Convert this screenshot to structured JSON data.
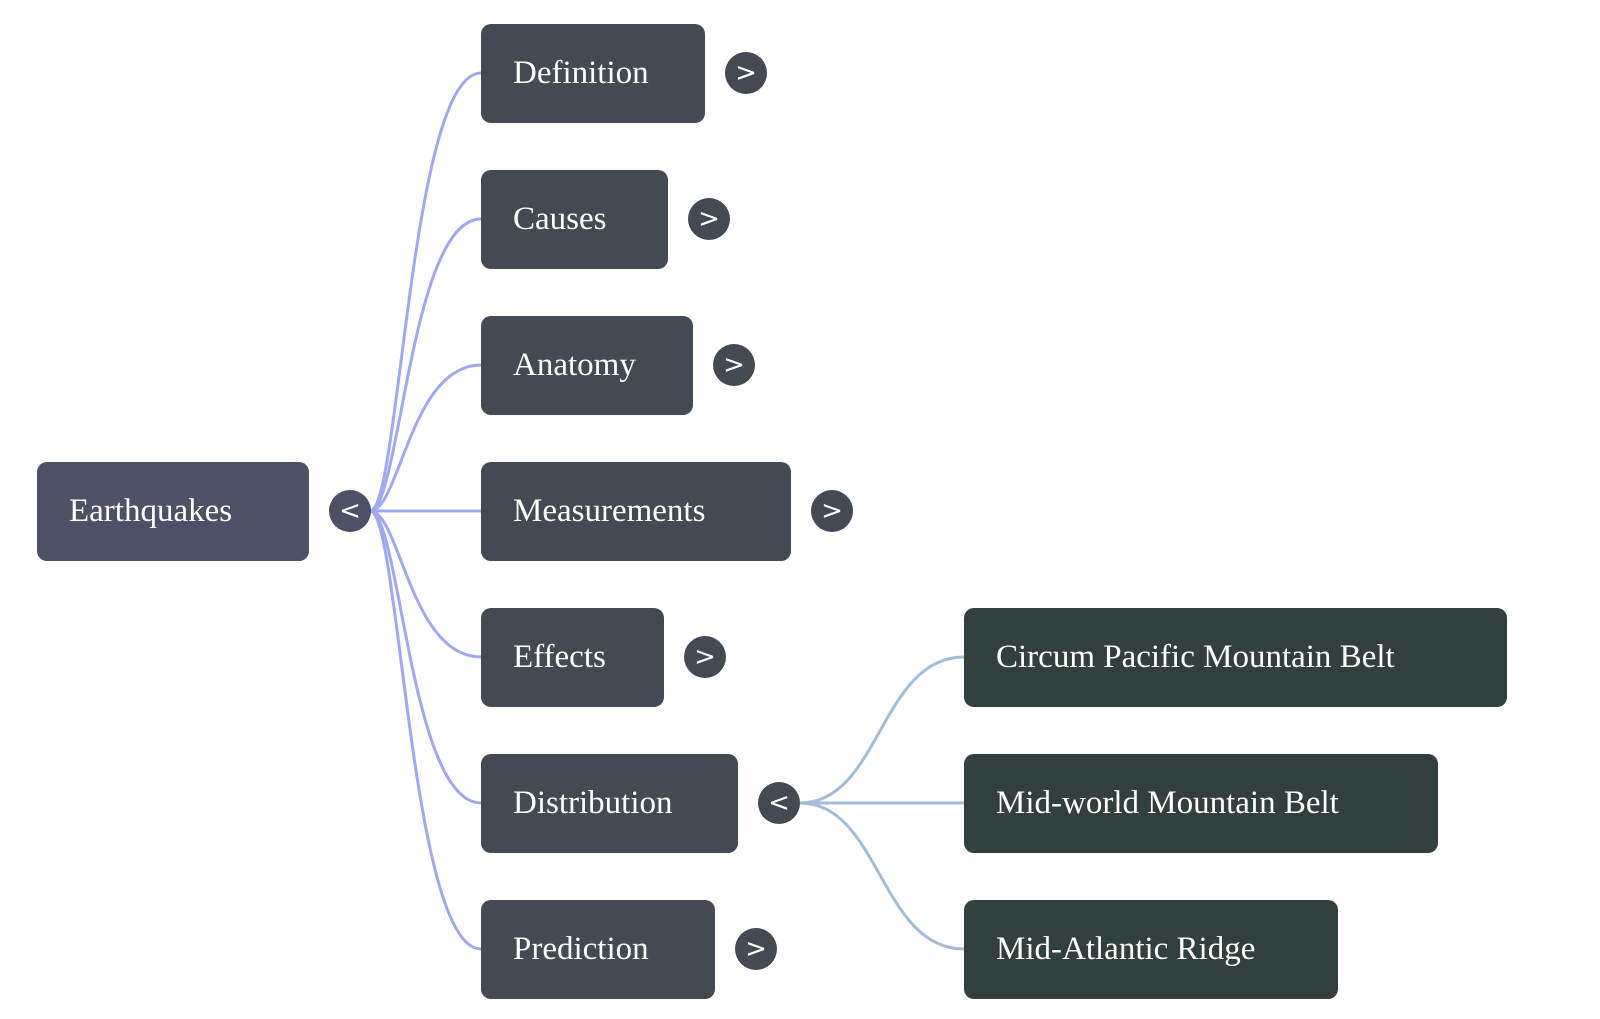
{
  "root": {
    "label": "Earthquakes",
    "toggle": "<",
    "expanded": true
  },
  "topics": [
    {
      "label": "Definition",
      "toggle": ">",
      "expanded": false
    },
    {
      "label": "Causes",
      "toggle": ">",
      "expanded": false
    },
    {
      "label": "Anatomy",
      "toggle": ">",
      "expanded": false
    },
    {
      "label": "Measurements",
      "toggle": ">",
      "expanded": false
    },
    {
      "label": "Effects",
      "toggle": ">",
      "expanded": false
    },
    {
      "label": "Distribution",
      "toggle": "<",
      "expanded": true,
      "children": [
        {
          "label": "Circum Pacific Mountain Belt"
        },
        {
          "label": "Mid-world Mountain Belt"
        },
        {
          "label": "Mid-Atlantic Ridge"
        }
      ]
    },
    {
      "label": "Prediction",
      "toggle": ">",
      "expanded": false
    }
  ],
  "colors": {
    "root": "#4e5066",
    "level1": "#434a53",
    "level2": "#32403d",
    "edge_level1": "#a0a8f0",
    "edge_level2": "#a3bcd8"
  }
}
